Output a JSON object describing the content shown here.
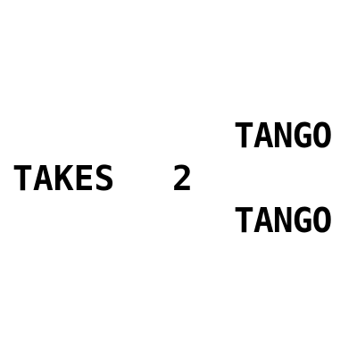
{
  "puzzle": {
    "tango_top": "TANGO",
    "takes": "TAKES",
    "number": "2",
    "tango_bottom": "TANGO"
  },
  "colors": {
    "background": "#ffffff",
    "text": "#000000"
  }
}
